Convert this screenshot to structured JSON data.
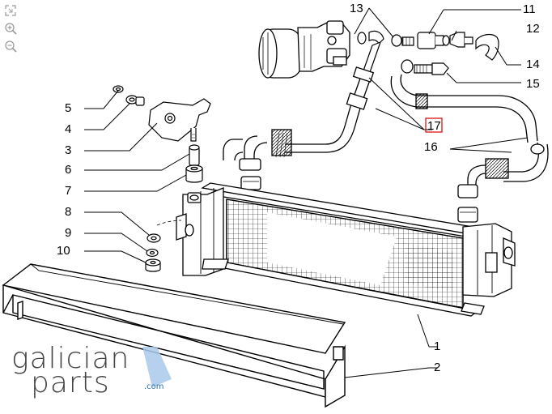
{
  "tools": [
    {
      "id": "fullscreen",
      "icon": "fullscreen-icon"
    },
    {
      "id": "zoom-in",
      "icon": "zoom-in-icon"
    },
    {
      "id": "zoom-out",
      "icon": "zoom-out-icon"
    }
  ],
  "callouts": {
    "c1": "1",
    "c2": "2",
    "c3": "3",
    "c4": "4",
    "c5": "5",
    "c6": "6",
    "c7": "7",
    "c8": "8",
    "c9": "9",
    "c10": "10",
    "c11": "11",
    "c12": "12",
    "c13": "13",
    "c14": "14",
    "c15": "15",
    "c16": "16",
    "c17": "17"
  },
  "highlighted": "17",
  "logo": {
    "line1": "galician",
    "line2": "parts",
    "suffix": ".com"
  },
  "colors": {
    "highlight": "#dd0000",
    "logo_text": "#444444",
    "logo_accent": "#2a6fb0"
  }
}
